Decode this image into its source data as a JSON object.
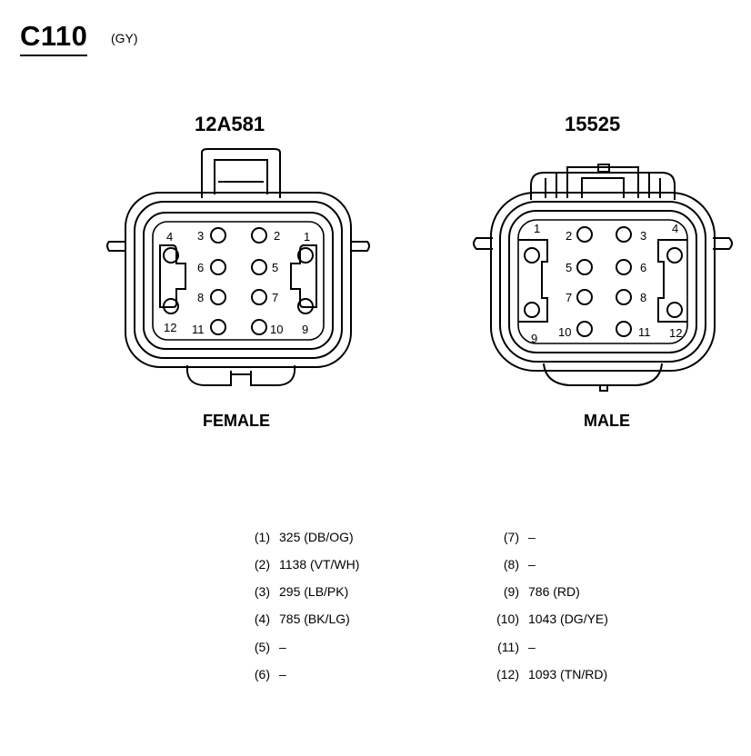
{
  "header": {
    "title": "C110",
    "color_code": "(GY)"
  },
  "female": {
    "part_number": "12A581",
    "gender": "FEMALE",
    "pins": [
      {
        "n": "1"
      },
      {
        "n": "2"
      },
      {
        "n": "3"
      },
      {
        "n": "4"
      },
      {
        "n": "5"
      },
      {
        "n": "6"
      },
      {
        "n": "7"
      },
      {
        "n": "8"
      },
      {
        "n": "9"
      },
      {
        "n": "10"
      },
      {
        "n": "11"
      },
      {
        "n": "12"
      }
    ]
  },
  "male": {
    "part_number": "15525",
    "gender": "MALE",
    "pins": [
      {
        "n": "1"
      },
      {
        "n": "2"
      },
      {
        "n": "3"
      },
      {
        "n": "4"
      },
      {
        "n": "5"
      },
      {
        "n": "6"
      },
      {
        "n": "7"
      },
      {
        "n": "8"
      },
      {
        "n": "9"
      },
      {
        "n": "10"
      },
      {
        "n": "11"
      },
      {
        "n": "12"
      }
    ]
  },
  "pinout": {
    "left": [
      {
        "pin": "(1)",
        "circuit": "325 (DB/OG)"
      },
      {
        "pin": "(2)",
        "circuit": "1138 (VT/WH)"
      },
      {
        "pin": "(3)",
        "circuit": "295 (LB/PK)"
      },
      {
        "pin": "(4)",
        "circuit": "785 (BK/LG)"
      },
      {
        "pin": "(5)",
        "circuit": "–"
      },
      {
        "pin": "(6)",
        "circuit": "–"
      }
    ],
    "right": [
      {
        "pin": "(7)",
        "circuit": "–"
      },
      {
        "pin": "(8)",
        "circuit": "–"
      },
      {
        "pin": "(9)",
        "circuit": "786 (RD)"
      },
      {
        "pin": "(10)",
        "circuit": "1043 (DG/YE)"
      },
      {
        "pin": "(11)",
        "circuit": "–"
      },
      {
        "pin": "(12)",
        "circuit": "1093 (TN/RD)"
      }
    ]
  }
}
